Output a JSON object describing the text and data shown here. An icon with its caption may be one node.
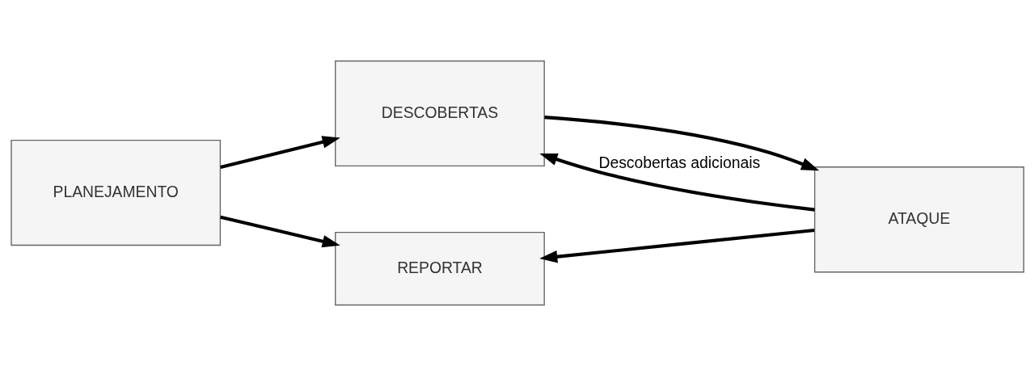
{
  "diagram": {
    "nodes": [
      {
        "text": [
          "PLANEJAMENTO"
        ]
      },
      {
        "text": [
          "DESCOBERTAS"
        ]
      },
      {
        "text": [
          "ATAQUE"
        ]
      },
      {
        "text": [
          "REPORTAR"
        ]
      }
    ],
    "edges": [
      {
        "from": 0,
        "to": 1,
        "arrow": "to"
      },
      {
        "from": 1,
        "to": 2,
        "arrow": "to"
      },
      {
        "from": 2,
        "to": 1,
        "arrow": "to",
        "label": "Descobertas adicionais"
      },
      {
        "from": 0,
        "to": 3,
        "arrow": "to"
      },
      {
        "from": 2,
        "to": 3,
        "arrow": "to"
      }
    ]
  }
}
